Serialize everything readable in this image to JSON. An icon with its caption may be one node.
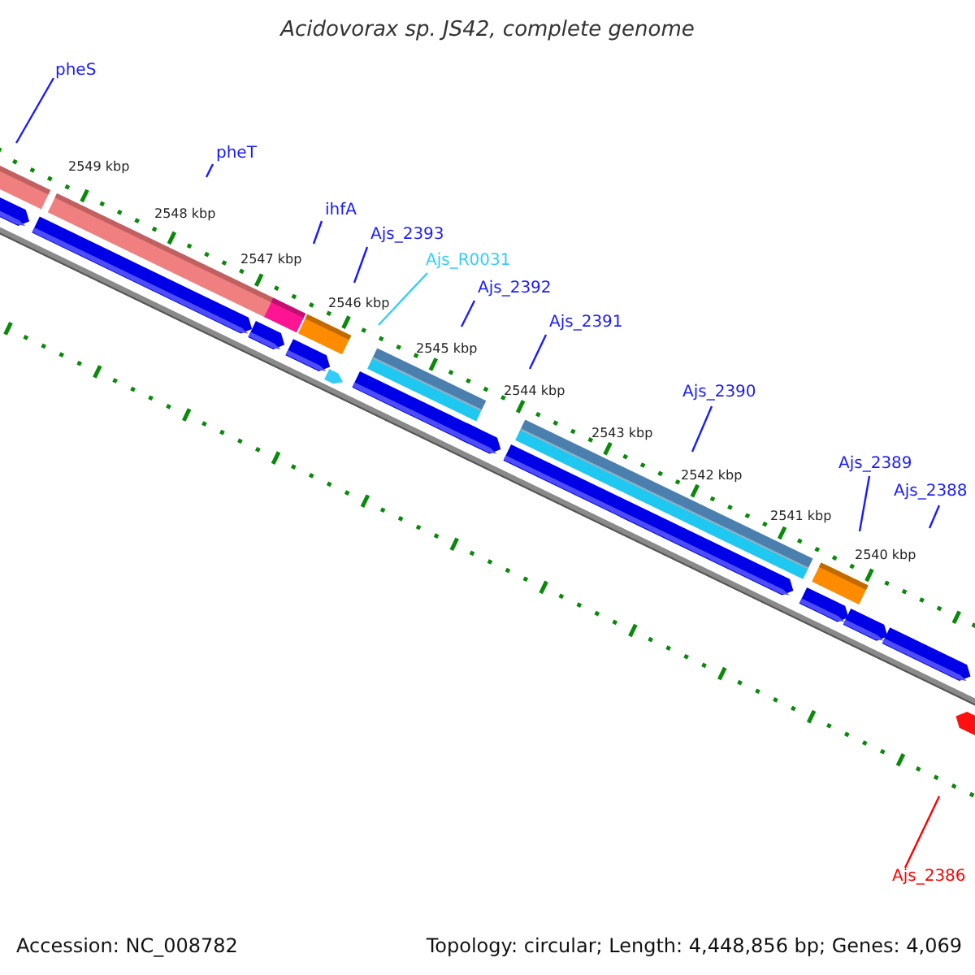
{
  "diagram": {
    "title": "Acidovorax sp. JS42, complete genome",
    "nodes": [
      {
        "text": [
          "pheS"
        ]
      },
      {
        "text": [
          "pheT"
        ]
      },
      {
        "text": [
          "ihfA"
        ]
      },
      {
        "text": [
          "Ajs_2393"
        ]
      },
      {
        "text": [
          "Ajs_R0031"
        ]
      },
      {
        "text": [
          "Ajs_2392"
        ]
      },
      {
        "text": [
          "Ajs_2391"
        ]
      },
      {
        "text": [
          "Ajs_2390"
        ]
      },
      {
        "text": [
          "Ajs_2389"
        ]
      },
      {
        "text": [
          "Ajs_2388"
        ]
      },
      {
        "text": [
          "Ajs_2386"
        ]
      }
    ],
    "edges": [
      {
        "from": 0,
        "to": null,
        "arrow": "none"
      },
      {
        "from": 1,
        "to": null,
        "arrow": "none"
      },
      {
        "from": 2,
        "to": null,
        "arrow": "none"
      },
      {
        "from": 3,
        "to": null,
        "arrow": "none"
      },
      {
        "from": 4,
        "to": null,
        "arrow": "none",
        "color": "#33ccff"
      },
      {
        "from": 5,
        "to": null,
        "arrow": "none"
      },
      {
        "from": 6,
        "to": null,
        "arrow": "none"
      },
      {
        "from": 7,
        "to": null,
        "arrow": "none"
      },
      {
        "from": 8,
        "to": null,
        "arrow": "none"
      },
      {
        "from": 9,
        "to": null,
        "arrow": "none"
      },
      {
        "from": 10,
        "to": null,
        "arrow": "none",
        "color": "#ff0000"
      }
    ],
    "labels": [
      "2549 kbp",
      "2548 kbp",
      "2547 kbp",
      "2546 kbp",
      "2545 kbp",
      "2544 kbp",
      "2543 kbp",
      "2542 kbp",
      "2541 kbp",
      "2540 kbp",
      "Accession: NC_008782",
      "Topology: circular; Length: 4,448,856 bp; Genes: 4,069"
    ]
  }
}
